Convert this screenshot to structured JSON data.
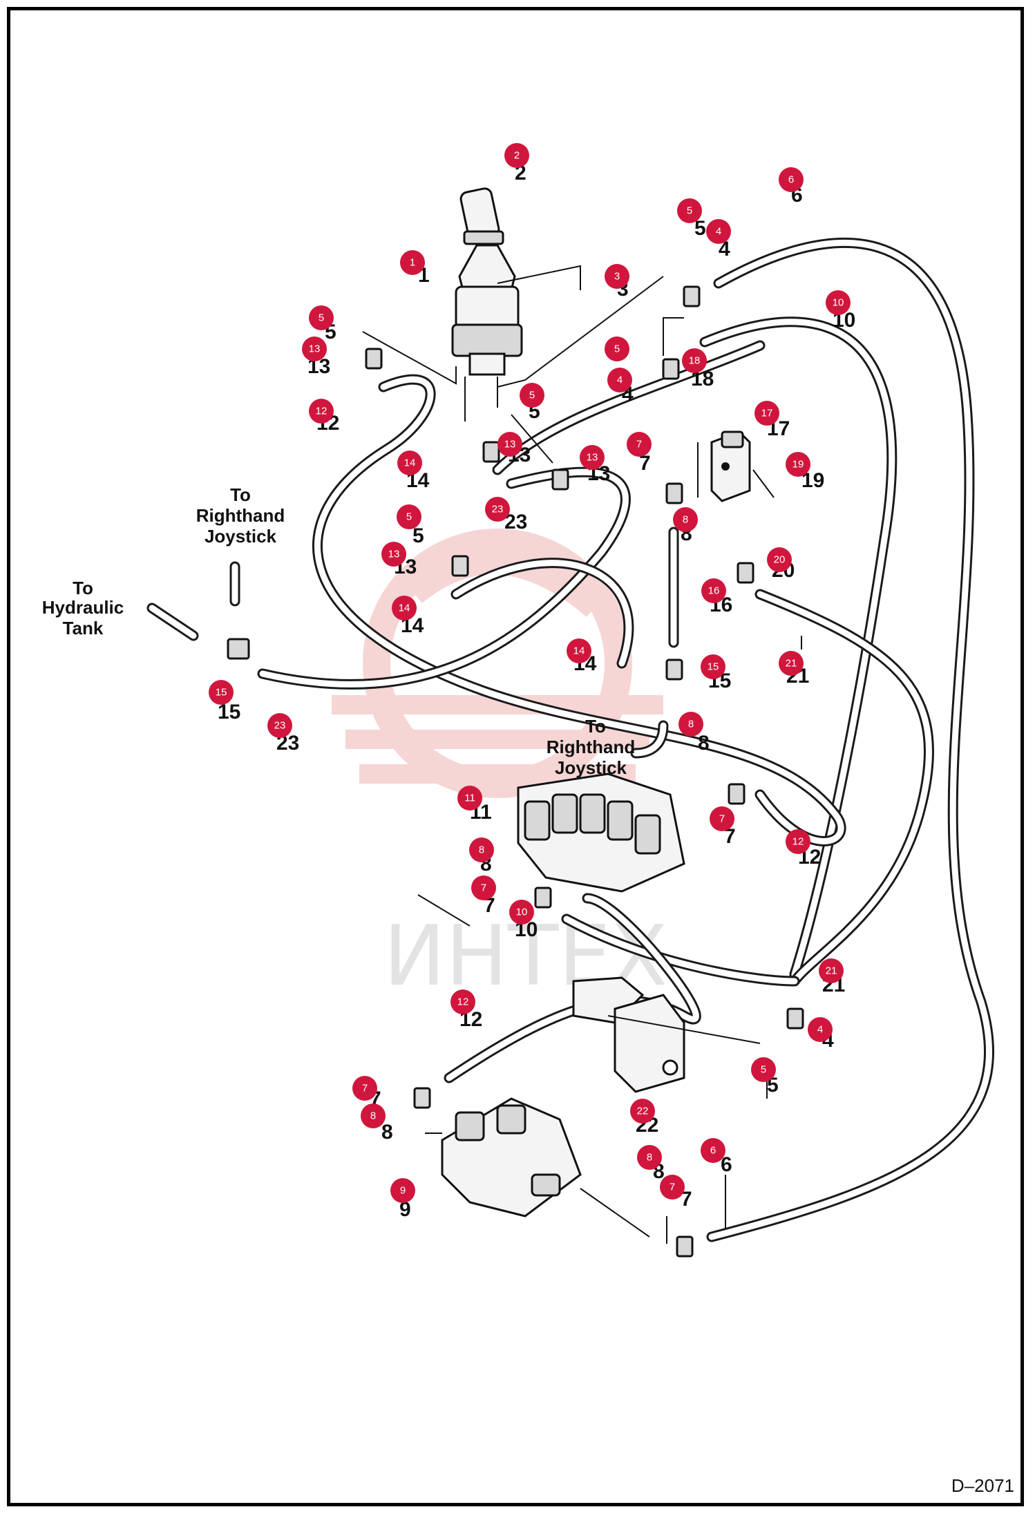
{
  "diagram": {
    "code": "D–2071",
    "watermark": "ИНТЕХ",
    "callouts": {
      "to_hydraulic_tank": [
        "To",
        "Hydraulic",
        "Tank"
      ],
      "to_righthand_joystick_top": [
        "To",
        "Righthand",
        "Joystick"
      ],
      "to_righthand_joystick_mid": [
        "To",
        "Righthand",
        "Joystick"
      ]
    },
    "badges": [
      {
        "n": "2"
      },
      {
        "n": "6"
      },
      {
        "n": "5"
      },
      {
        "n": "4"
      },
      {
        "n": "1"
      },
      {
        "n": "3"
      },
      {
        "n": "10"
      },
      {
        "n": "5"
      },
      {
        "n": "13"
      },
      {
        "n": "5"
      },
      {
        "n": "18"
      },
      {
        "n": "4"
      },
      {
        "n": "12"
      },
      {
        "n": "5"
      },
      {
        "n": "17"
      },
      {
        "n": "13"
      },
      {
        "n": "13"
      },
      {
        "n": "7"
      },
      {
        "n": "19"
      },
      {
        "n": "14"
      },
      {
        "n": "23"
      },
      {
        "n": "8"
      },
      {
        "n": "5"
      },
      {
        "n": "13"
      },
      {
        "n": "20"
      },
      {
        "n": "16"
      },
      {
        "n": "14"
      },
      {
        "n": "21"
      },
      {
        "n": "14"
      },
      {
        "n": "15"
      },
      {
        "n": "15"
      },
      {
        "n": "23"
      },
      {
        "n": "8"
      },
      {
        "n": "11"
      },
      {
        "n": "7"
      },
      {
        "n": "12"
      },
      {
        "n": "8"
      },
      {
        "n": "7"
      },
      {
        "n": "10"
      },
      {
        "n": "21"
      },
      {
        "n": "12"
      },
      {
        "n": "4"
      },
      {
        "n": "5"
      },
      {
        "n": "7"
      },
      {
        "n": "8"
      },
      {
        "n": "22"
      },
      {
        "n": "8"
      },
      {
        "n": "6"
      },
      {
        "n": "7"
      },
      {
        "n": "9"
      }
    ],
    "numbers": [
      {
        "t": "2"
      },
      {
        "t": "6"
      },
      {
        "t": "5"
      },
      {
        "t": "4"
      },
      {
        "t": "1"
      },
      {
        "t": "3"
      },
      {
        "t": "10"
      },
      {
        "t": "5"
      },
      {
        "t": "13"
      },
      {
        "t": "5"
      },
      {
        "t": "18"
      },
      {
        "t": "4"
      },
      {
        "t": "12"
      },
      {
        "t": "5"
      },
      {
        "t": "17"
      },
      {
        "t": "13"
      },
      {
        "t": "13"
      },
      {
        "t": "7"
      },
      {
        "t": "19"
      },
      {
        "t": "14"
      },
      {
        "t": "23"
      },
      {
        "t": "8"
      },
      {
        "t": "5"
      },
      {
        "t": "13"
      },
      {
        "t": "20"
      },
      {
        "t": "16"
      },
      {
        "t": "14"
      },
      {
        "t": "21"
      },
      {
        "t": "14"
      },
      {
        "t": "15"
      },
      {
        "t": "15"
      },
      {
        "t": "23"
      },
      {
        "t": "8"
      },
      {
        "t": "11"
      },
      {
        "t": "7"
      },
      {
        "t": "12"
      },
      {
        "t": "8"
      },
      {
        "t": "7"
      },
      {
        "t": "10"
      },
      {
        "t": "21"
      },
      {
        "t": "12"
      },
      {
        "t": "4"
      },
      {
        "t": "5"
      },
      {
        "t": "7"
      },
      {
        "t": "8"
      },
      {
        "t": "22"
      },
      {
        "t": "8"
      },
      {
        "t": "6"
      },
      {
        "t": "7"
      },
      {
        "t": "9"
      }
    ],
    "colors": {
      "badge": "#d0163c",
      "watermark": "#f0b4b4",
      "line": "#111111"
    }
  }
}
